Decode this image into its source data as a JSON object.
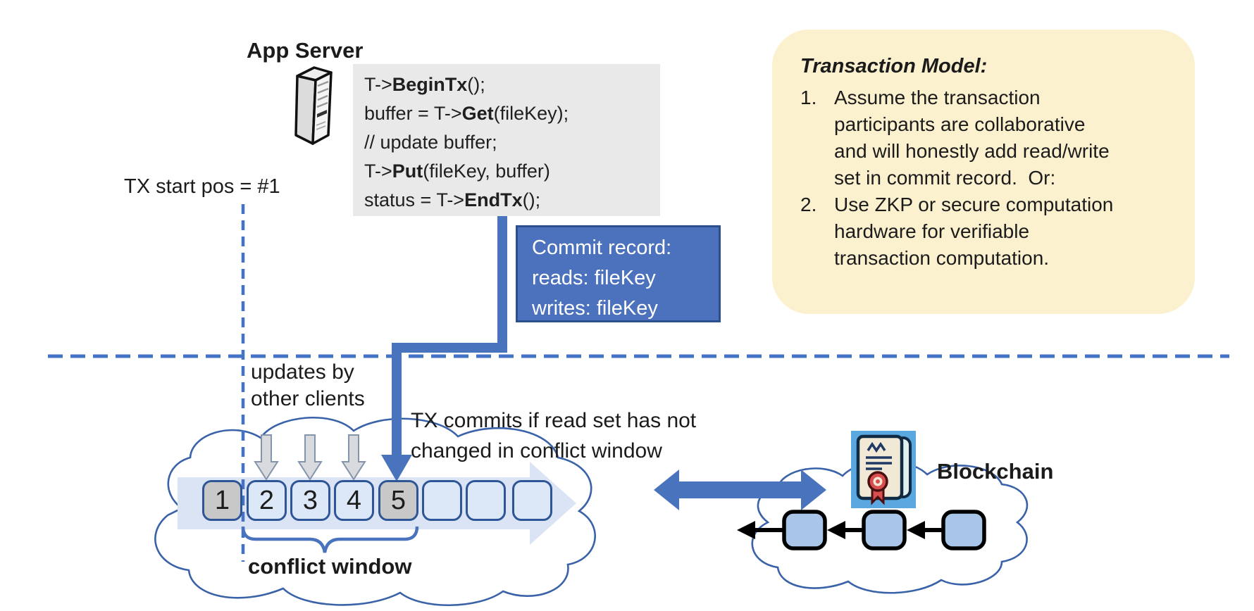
{
  "app_server": {
    "title": "App Server"
  },
  "icons": {
    "server": "server-tower-icon",
    "certificate": "sealed-document-icon",
    "cloud_left": "conflict-cloud",
    "cloud_right": "blockchain-cloud"
  },
  "code_block": {
    "lines": [
      {
        "pre": "T->",
        "bold": "BeginTx",
        "post": "();"
      },
      {
        "pre": "buffer = T->",
        "bold": "Get",
        "post": "(fileKey);"
      },
      {
        "pre": "// update buffer;",
        "bold": "",
        "post": ""
      },
      {
        "pre": "T->",
        "bold": "Put",
        "post": "(fileKey, buffer)"
      },
      {
        "pre": "status = T->",
        "bold": "EndTx",
        "post": "();"
      }
    ]
  },
  "tx_start_label": "TX start pos = #1",
  "commit_record": {
    "lines": [
      "Commit record:",
      "reads: fileKey",
      "writes: fileKey"
    ]
  },
  "transaction_model": {
    "title": "Transaction Model:",
    "items": [
      {
        "num": "1.",
        "text": "Assume the transaction\nparticipants are collaborative\nand will honestly add read/write\nset in commit record.  Or:"
      },
      {
        "num": "2.",
        "text": "Use ZKP or secure computation\nhardware for verifiable\ntransaction computation."
      }
    ]
  },
  "timeline": {
    "updates_label": "updates by\nother clients",
    "commit_note": "TX commits if read set has not\nchanged in conflict window",
    "conflict_window_label": "conflict window",
    "boxes": [
      {
        "label": "1"
      },
      {
        "label": "2"
      },
      {
        "label": "3"
      },
      {
        "label": "4"
      },
      {
        "label": "5"
      },
      {
        "label": ""
      },
      {
        "label": ""
      },
      {
        "label": ""
      }
    ]
  },
  "blockchain": {
    "label": "Blockchain",
    "block_count": 3
  },
  "colors": {
    "accent_blue": "#4472c4",
    "arrow_blue": "#4a73bd",
    "commit_fill": "#4d72bd",
    "commit_border": "#2c4f8e",
    "note_bg": "#fcf1cf",
    "band_fill": "#dbe4f4",
    "slot_light": "#dce8f8",
    "slot_gray": "#c8c8c8",
    "slot_border": "#2e5596",
    "cloud_stroke": "#3a62a8",
    "block_fill": "#a9c6e8",
    "code_bg": "#e9e9e9",
    "gray_arrow_fill": "#d8dadd",
    "cert_bg": "#5ba8e0",
    "cert_paper": "#f1e9d6",
    "cert_ink": "#1f3864",
    "cert_seal": "#d94f4f"
  }
}
